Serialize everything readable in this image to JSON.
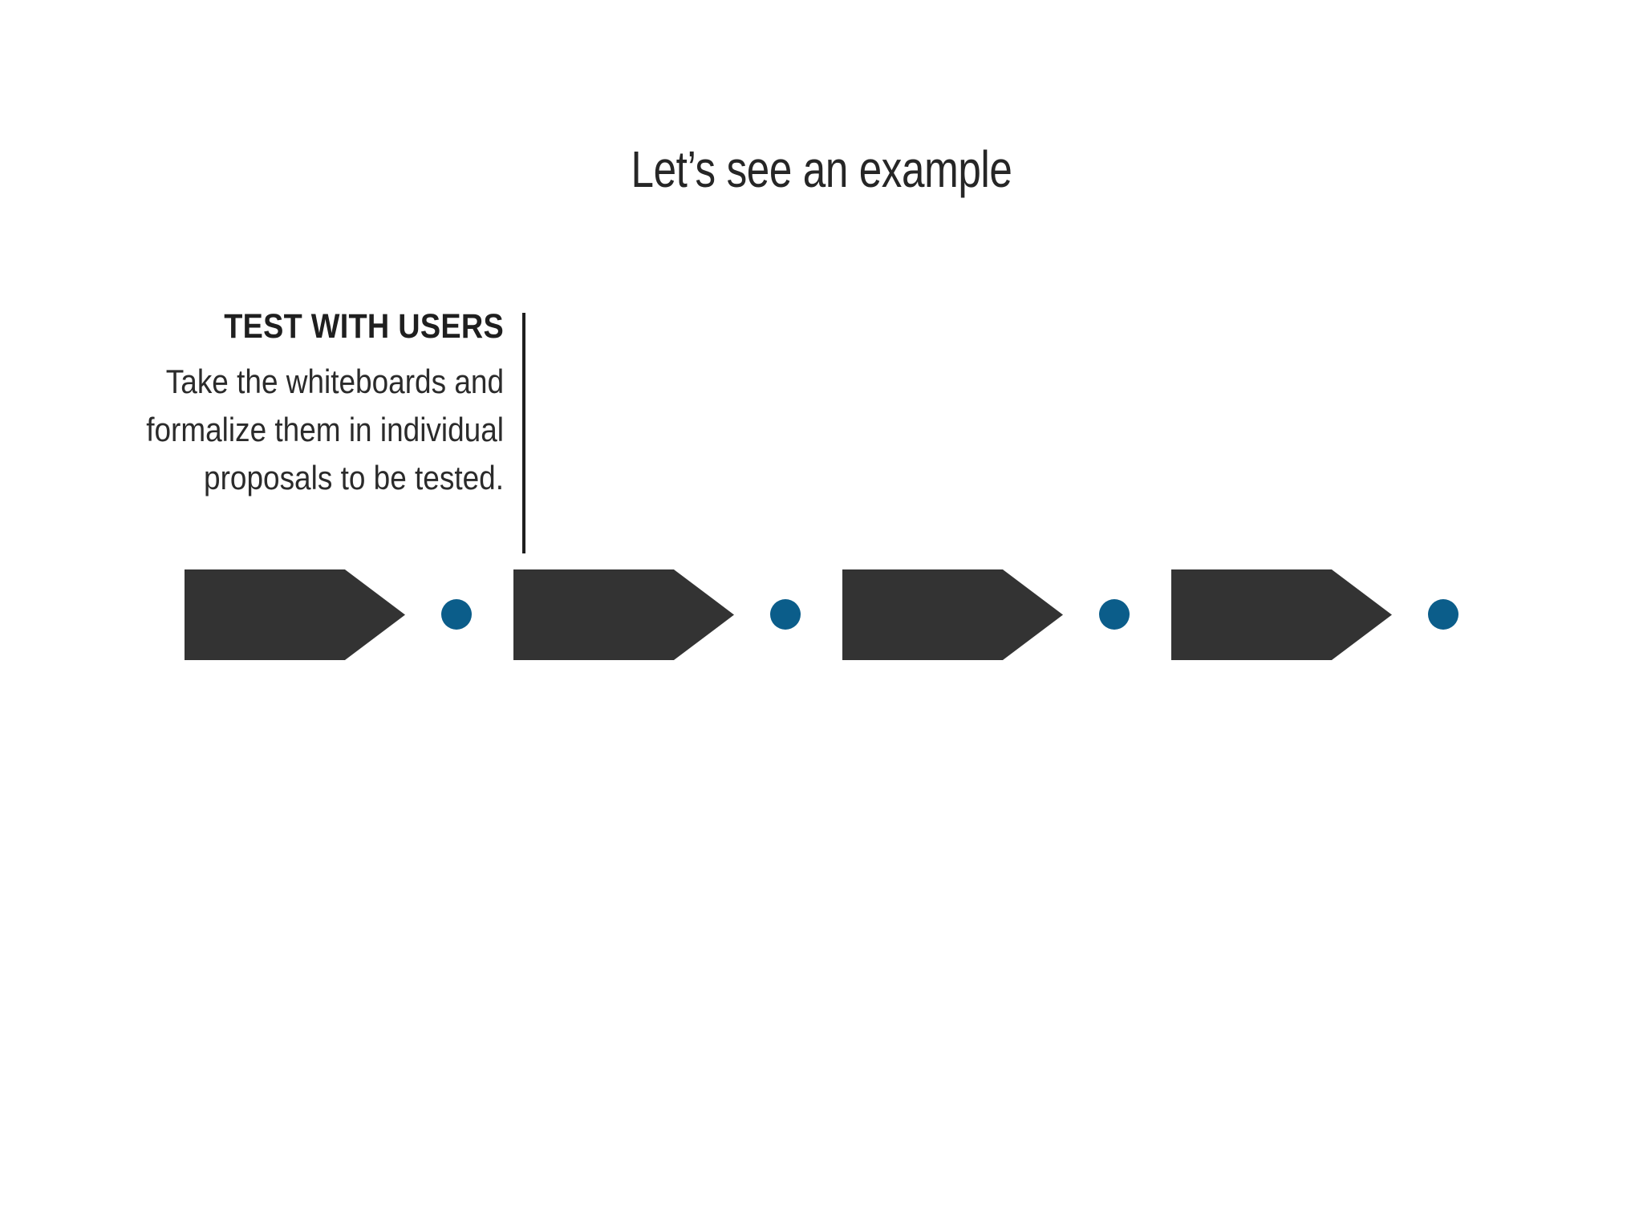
{
  "slide": {
    "background_color": "#ffffff",
    "title": "Let’s see an example"
  },
  "caption": {
    "heading": "TEST WITH USERS",
    "body_lines": [
      "Take the whiteboards and",
      "formalize them in individual",
      "proposals to be tested."
    ],
    "body_full": "Take the whiteboards and formalize them in individual proposals to be tested.",
    "divider": "vertical-rule",
    "text_color": "#262626",
    "alignment": "right"
  },
  "process": {
    "arrow_color": "#333333",
    "dot_color": "#0b5d8a",
    "steps": [
      {
        "index": 1,
        "arrow": "chevron-arrow",
        "dot": "step-dot",
        "label": ""
      },
      {
        "index": 2,
        "arrow": "chevron-arrow",
        "dot": "step-dot",
        "label": ""
      },
      {
        "index": 3,
        "arrow": "chevron-arrow",
        "dot": "step-dot",
        "label": ""
      },
      {
        "index": 4,
        "arrow": "chevron-arrow",
        "dot": "step-dot",
        "label": ""
      }
    ]
  }
}
